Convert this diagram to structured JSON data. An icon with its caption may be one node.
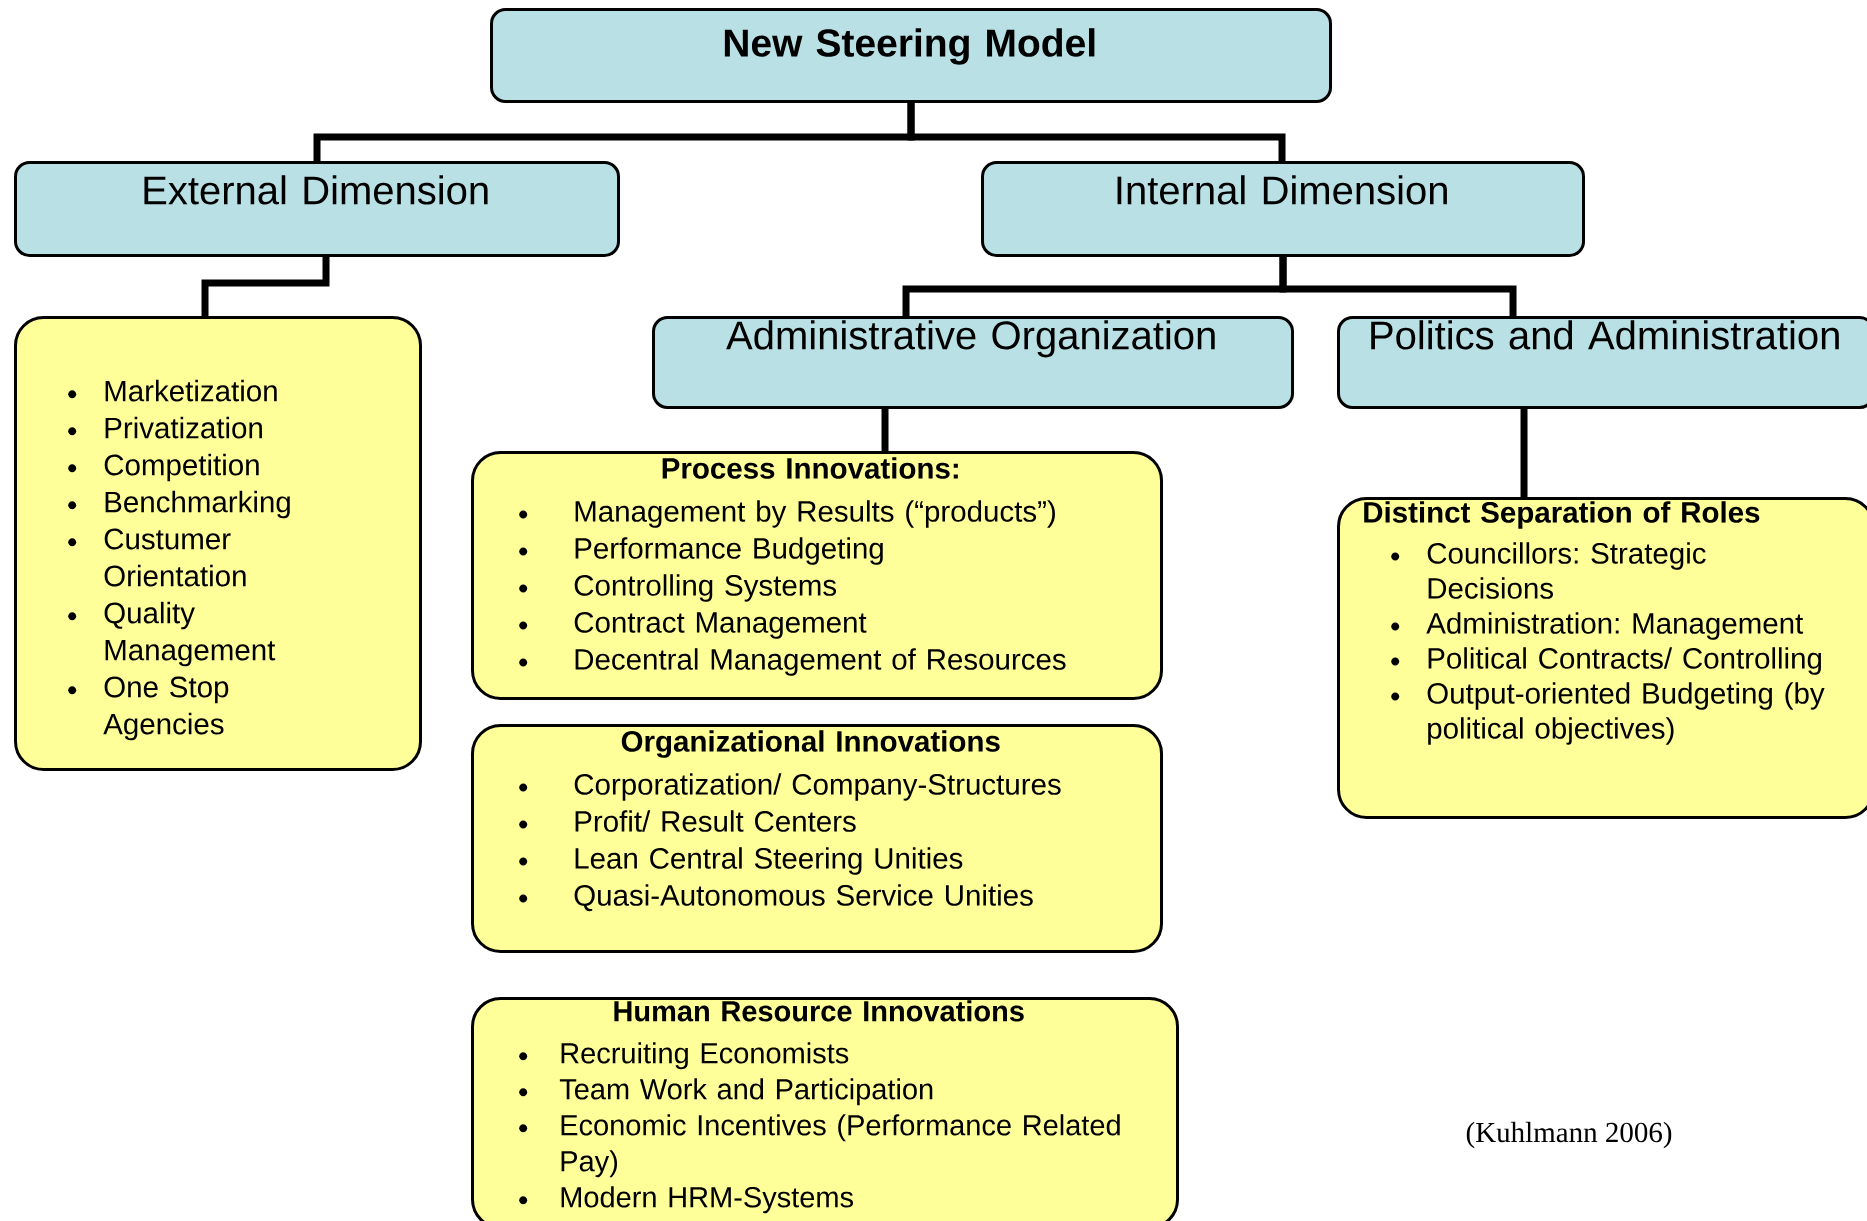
{
  "diagram": {
    "nodes": [
      {
        "text": [
          "New Steering Model"
        ]
      },
      {
        "text": [
          "External Dimension"
        ]
      },
      {
        "text": [
          "Internal Dimension"
        ]
      },
      {
        "text": [
          "Marketization",
          "Privatization",
          "Competition",
          "Benchmarking",
          "Custumer Orientation",
          "Quality Management",
          "One Stop Agencies"
        ]
      },
      {
        "text": [
          "Administrative Organization"
        ]
      },
      {
        "text": [
          "Politics and Administration"
        ]
      },
      {
        "text": [
          "Process Innovations:",
          "Management by Results (“products”)",
          "Performance Budgeting",
          "Controlling Systems",
          "Contract Management",
          "Decentral Management of Resources"
        ]
      },
      {
        "text": [
          "Organizational Innovations",
          "Corporatization/ Company-Structures",
          "Profit/ Result Centers",
          "Lean Central Steering Unities",
          "Quasi-Autonomous Service Unities"
        ]
      },
      {
        "text": [
          "Human Resource Innovations",
          "Recruiting Economists",
          "Team Work and Participation",
          "Economic Incentives (Performance Related Pay)",
          "Modern HRM-Systems"
        ]
      },
      {
        "text": [
          "Distinct Separation of Roles",
          "Councillors: Strategic Decisions",
          "Administration: Management",
          "Political Contracts/ Controlling",
          "Output-oriented Budgeting (by political objectives)"
        ]
      }
    ],
    "edges": [
      {
        "from": 0,
        "to": 1,
        "arrow": "none"
      },
      {
        "from": 0,
        "to": 2,
        "arrow": "none"
      },
      {
        "from": 1,
        "to": 3,
        "arrow": "none"
      },
      {
        "from": 2,
        "to": 4,
        "arrow": "none"
      },
      {
        "from": 2,
        "to": 5,
        "arrow": "none"
      },
      {
        "from": 4,
        "to": 6,
        "arrow": "none"
      },
      {
        "from": 5,
        "to": 9,
        "arrow": "none"
      }
    ],
    "labels": [
      "(Kuhlmann 2006)"
    ]
  }
}
